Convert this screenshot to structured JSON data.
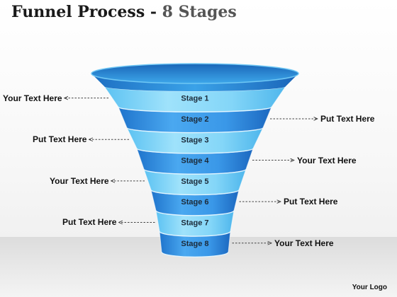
{
  "title": {
    "main": "Funnel Process -",
    "accent": "8 Stages"
  },
  "stages": [
    {
      "label": "Stage 1",
      "tone": "light"
    },
    {
      "label": "Stage 2",
      "tone": "dark"
    },
    {
      "label": "Stage 3",
      "tone": "light"
    },
    {
      "label": "Stage 4",
      "tone": "dark"
    },
    {
      "label": "Stage 5",
      "tone": "light"
    },
    {
      "label": "Stage 6",
      "tone": "dark"
    },
    {
      "label": "Stage 7",
      "tone": "light"
    },
    {
      "label": "Stage 8",
      "tone": "dark"
    }
  ],
  "callouts": [
    {
      "text": "Your Text Here",
      "side": "left"
    },
    {
      "text": "Put Text Here",
      "side": "right"
    },
    {
      "text": "Put Text Here",
      "side": "left"
    },
    {
      "text": "Your Text Here",
      "side": "right"
    },
    {
      "text": "Your Text Here",
      "side": "left"
    },
    {
      "text": "Put Text Here",
      "side": "right"
    },
    {
      "text": "Put Text Here",
      "side": "left"
    },
    {
      "text": "Your Text Here",
      "side": "right"
    }
  ],
  "logo": "Your Logo",
  "colors": {
    "light_band": "#7dd4f7",
    "dark_band": "#2f8ee0",
    "rim_outer": "#3aa6e6",
    "rim_inner": "#1f79cc",
    "connector": "#444444"
  }
}
